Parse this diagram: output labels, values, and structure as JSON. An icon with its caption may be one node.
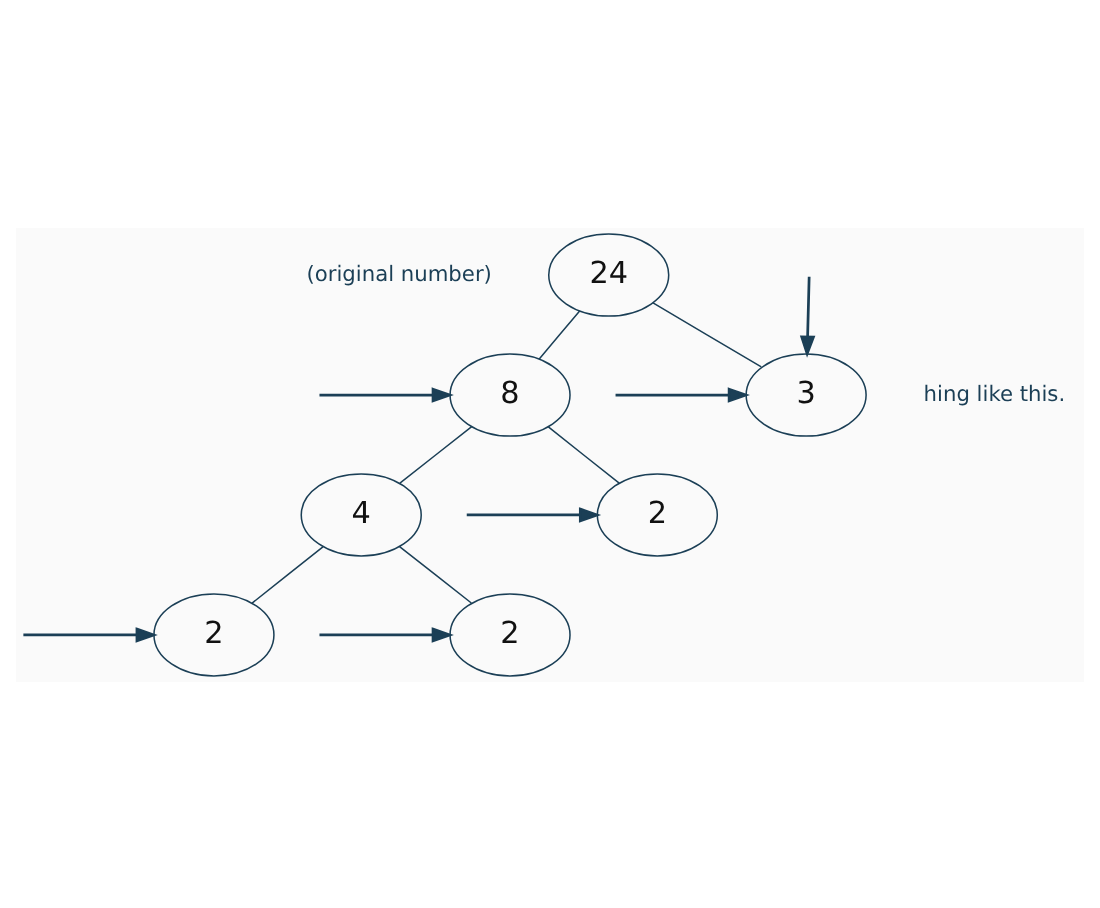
{
  "diagram": {
    "nodes": [
      {
        "text": [
          "24"
        ]
      },
      {
        "text": [
          "3"
        ]
      },
      {
        "text": [
          "8"
        ]
      },
      {
        "text": [
          "4"
        ]
      },
      {
        "text": [
          "2"
        ]
      },
      {
        "text": [
          "2"
        ]
      },
      {
        "text": [
          "2"
        ]
      }
    ],
    "edges": [
      {
        "from": 0,
        "to": 1,
        "arrow": "none"
      },
      {
        "from": 0,
        "to": 2,
        "arrow": "none"
      },
      {
        "from": 2,
        "to": 3,
        "arrow": "none"
      },
      {
        "from": 2,
        "to": 4,
        "arrow": "none"
      },
      {
        "from": 3,
        "to": 5,
        "arrow": "none"
      },
      {
        "from": 3,
        "to": 6,
        "arrow": "none"
      },
      {
        "from": null,
        "to": 2,
        "arrow": "to"
      },
      {
        "from": null,
        "to": 1,
        "arrow": "to"
      },
      {
        "from": null,
        "to": 1,
        "arrow": "to"
      },
      {
        "from": null,
        "to": 4,
        "arrow": "to"
      },
      {
        "from": null,
        "to": 6,
        "arrow": "to"
      },
      {
        "from": null,
        "to": 5,
        "arrow": "to"
      }
    ],
    "labels": [
      "(original number)",
      "hing like this."
    ]
  }
}
